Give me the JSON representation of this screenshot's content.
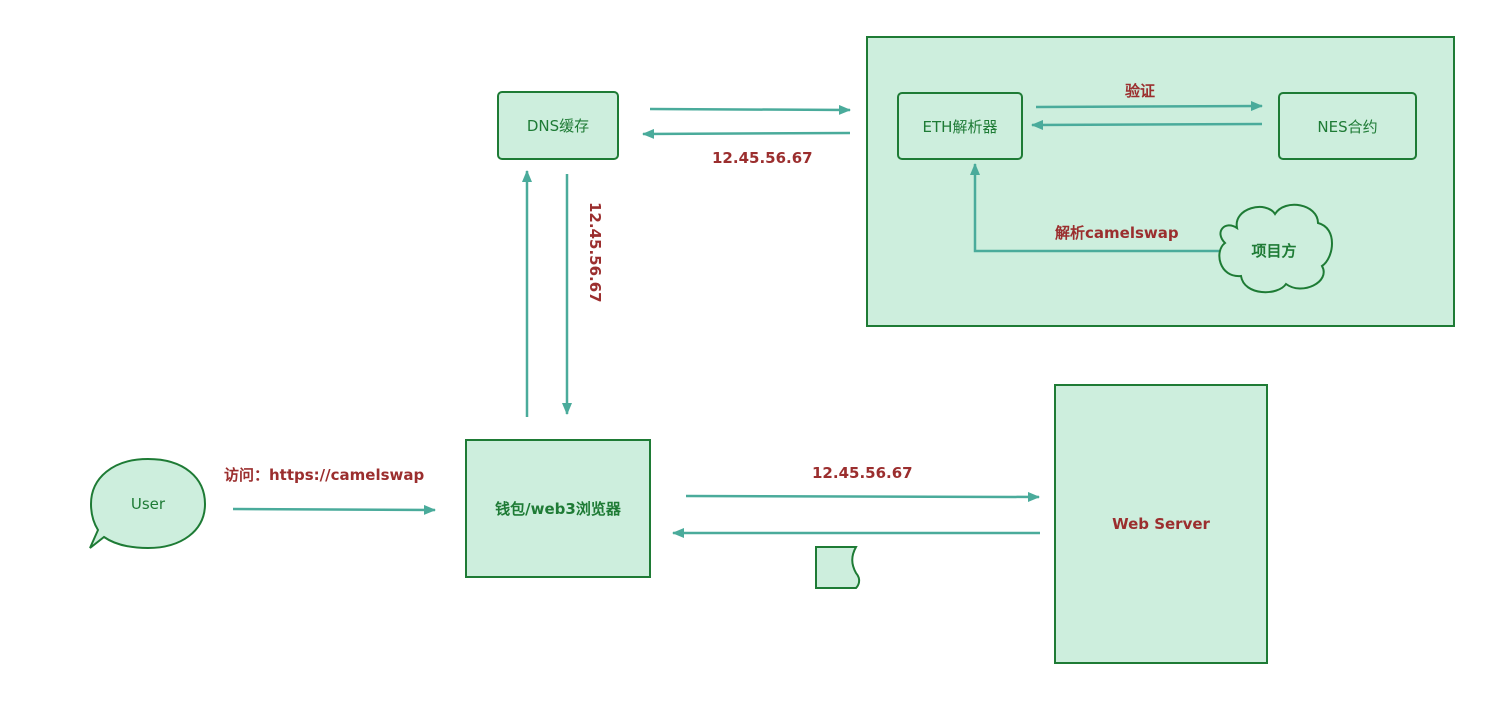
{
  "nodes": {
    "dns_cache": "DNS缓存",
    "eth_resolver": "ETH解析器",
    "nes_contract": "NES合约",
    "project_party": "项目方",
    "user": "User",
    "wallet_browser": "钱包/web3浏览器",
    "web_server": "Web Server"
  },
  "edge_labels": {
    "verify": "验证",
    "ip_dns_top": "12.45.56.67",
    "ip_dns_vertical": "12.45.56.67",
    "resolve_camelswap": "解析camelswap",
    "visit": "访问：https://camelswap",
    "ip_webserver": "12.45.56.67"
  },
  "colors": {
    "fill": "#cdeedd",
    "border": "#1e7b35",
    "arrow": "#4aab9b",
    "label": "#9b2e2e"
  }
}
